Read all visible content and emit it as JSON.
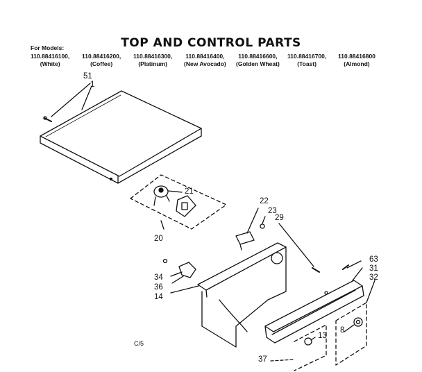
{
  "title": "TOP AND CONTROL PARTS",
  "for_models_label": "For Models:",
  "models": [
    {
      "number": "110.88416100,",
      "color": "(White)"
    },
    {
      "number": "110.88416200,",
      "color": "(Coffee)"
    },
    {
      "number": "110.88416300,",
      "color": "(Platinum)"
    },
    {
      "number": "110.88416400,",
      "color": "(New Avocado)"
    },
    {
      "number": "110.88416600,",
      "color": "(Golden Wheat)"
    },
    {
      "number": "110.88416700,",
      "color": "(Toast)"
    },
    {
      "number": "110.88416800",
      "color": "(Almond)"
    }
  ],
  "callouts": {
    "c51": "51",
    "c1": "1",
    "c21": "21",
    "c20": "20",
    "c22": "22",
    "c23": "23",
    "c29": "29",
    "c63": "63",
    "c31": "31",
    "c32": "32",
    "c34": "34",
    "c36": "36",
    "c14": "14",
    "c8": "8",
    "c13": "13",
    "c37": "37"
  },
  "footer_code": "C/5"
}
